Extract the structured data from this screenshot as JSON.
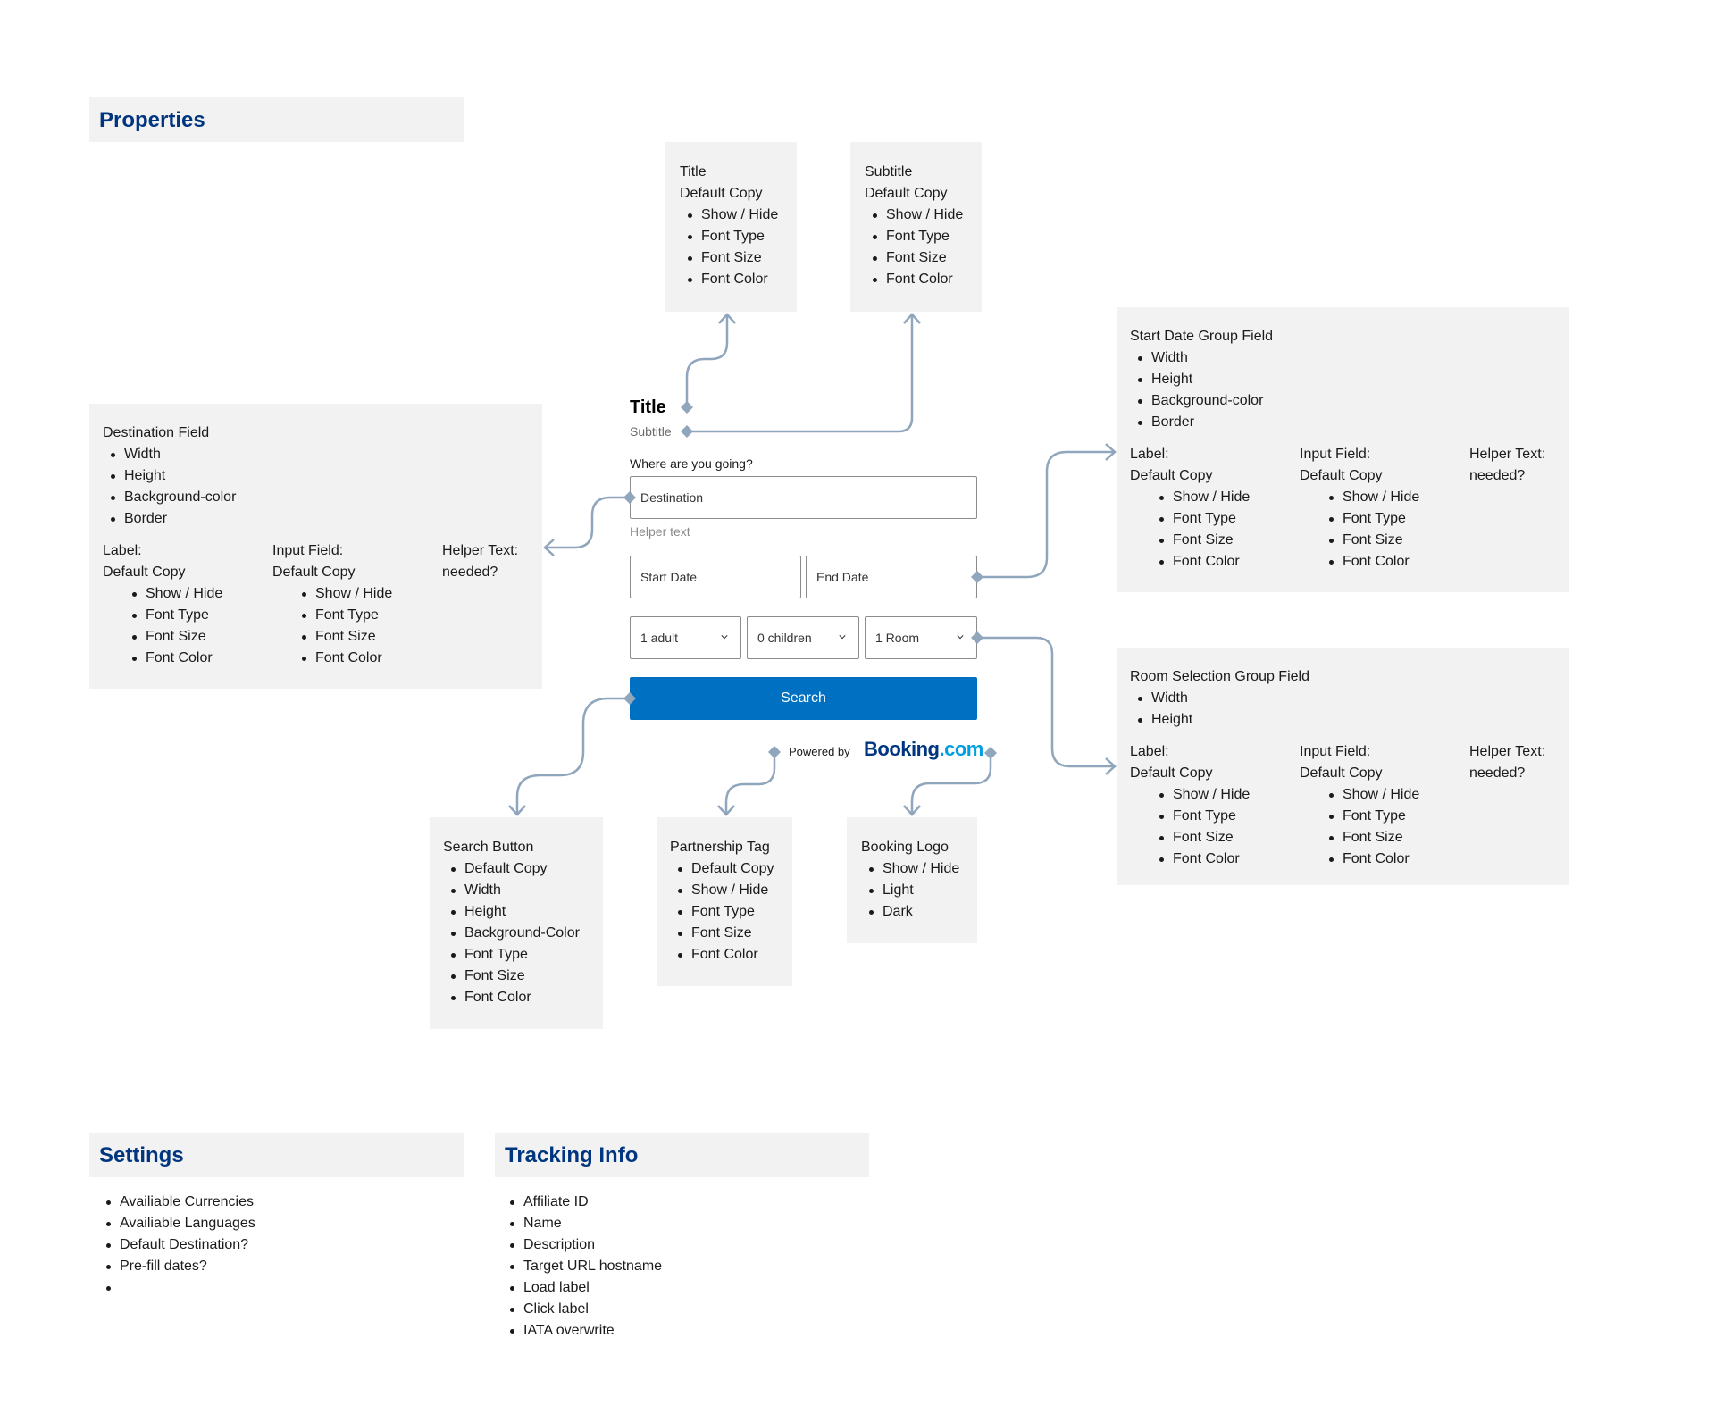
{
  "sections": {
    "properties": "Properties",
    "settings": "Settings",
    "tracking": "Tracking Info"
  },
  "boxes": {
    "title": {
      "head": "Title",
      "sub": "Default Copy",
      "items": [
        "Show / Hide",
        "Font Type",
        "Font Size",
        "Font Color"
      ]
    },
    "subtitle": {
      "head": "Subtitle",
      "sub": "Default Copy",
      "items": [
        "Show / Hide",
        "Font Type",
        "Font Size",
        "Font Color"
      ]
    },
    "destination": {
      "head": "Destination Field",
      "items": [
        "Width",
        "Height",
        "Background-color",
        "Border"
      ],
      "label": {
        "head": "Label:",
        "sub": "Default Copy",
        "items": [
          "Show / Hide",
          "Font Type",
          "Font Size",
          "Font Color"
        ]
      },
      "input": {
        "head": "Input Field:",
        "sub": "Default Copy",
        "items": [
          "Show / Hide",
          "Font Type",
          "Font Size",
          "Font Color"
        ]
      },
      "helper": {
        "head": "Helper Text:",
        "sub": "needed?"
      }
    },
    "start_date": {
      "head": "Start Date Group Field",
      "items": [
        "Width",
        "Height",
        "Background-color",
        "Border"
      ],
      "label": {
        "head": "Label:",
        "sub": "Default Copy",
        "items": [
          "Show / Hide",
          "Font Type",
          "Font Size",
          "Font Color"
        ]
      },
      "input": {
        "head": "Input Field:",
        "sub": "Default Copy",
        "items": [
          "Show / Hide",
          "Font Type",
          "Font Size",
          "Font Color"
        ]
      },
      "helper": {
        "head": "Helper Text:",
        "sub": "needed?"
      }
    },
    "room": {
      "head": "Room Selection Group Field",
      "items": [
        "Width",
        "Height"
      ],
      "label": {
        "head": "Label:",
        "sub": "Default Copy",
        "items": [
          "Show / Hide",
          "Font Type",
          "Font Size",
          "Font Color"
        ]
      },
      "input": {
        "head": "Input Field:",
        "sub": "Default Copy",
        "items": [
          "Show / Hide",
          "Font Type",
          "Font Size",
          "Font Color"
        ]
      },
      "helper": {
        "head": "Helper Text:",
        "sub": "needed?"
      }
    },
    "search": {
      "head": "Search Button",
      "items": [
        "Default Copy",
        "Width",
        "Height",
        "Background-Color",
        "Font Type",
        "Font Size",
        "Font Color"
      ]
    },
    "partnership": {
      "head": "Partnership Tag",
      "items": [
        "Default Copy",
        "Show / Hide",
        "Font Type",
        "Font Size",
        "Font Color"
      ]
    },
    "logo": {
      "head": "Booking Logo",
      "items": [
        "Show / Hide",
        "Light",
        "Dark"
      ]
    }
  },
  "widget": {
    "title": "Title",
    "subtitle": "Subtitle",
    "label": "Where are you going?",
    "destination_placeholder": "Destination",
    "helper": "Helper text",
    "start_date": "Start Date",
    "end_date": "End Date",
    "adults": "1 adult",
    "children": "0 children",
    "rooms": "1 Room",
    "search": "Search",
    "powered_by": "Powered by",
    "logo_main": "Booking",
    "logo_suffix": ".com",
    "accent": "#0071c2",
    "connector_color": "#8fa6bd"
  },
  "settings": [
    "Availiable Currencies",
    "Availiable Languages",
    "Default Destination?",
    "Pre-fill dates?",
    ""
  ],
  "tracking": [
    "Affiliate ID",
    "Name",
    "Description",
    "Target URL hostname",
    "Load label",
    "Click label",
    "IATA overwrite"
  ]
}
